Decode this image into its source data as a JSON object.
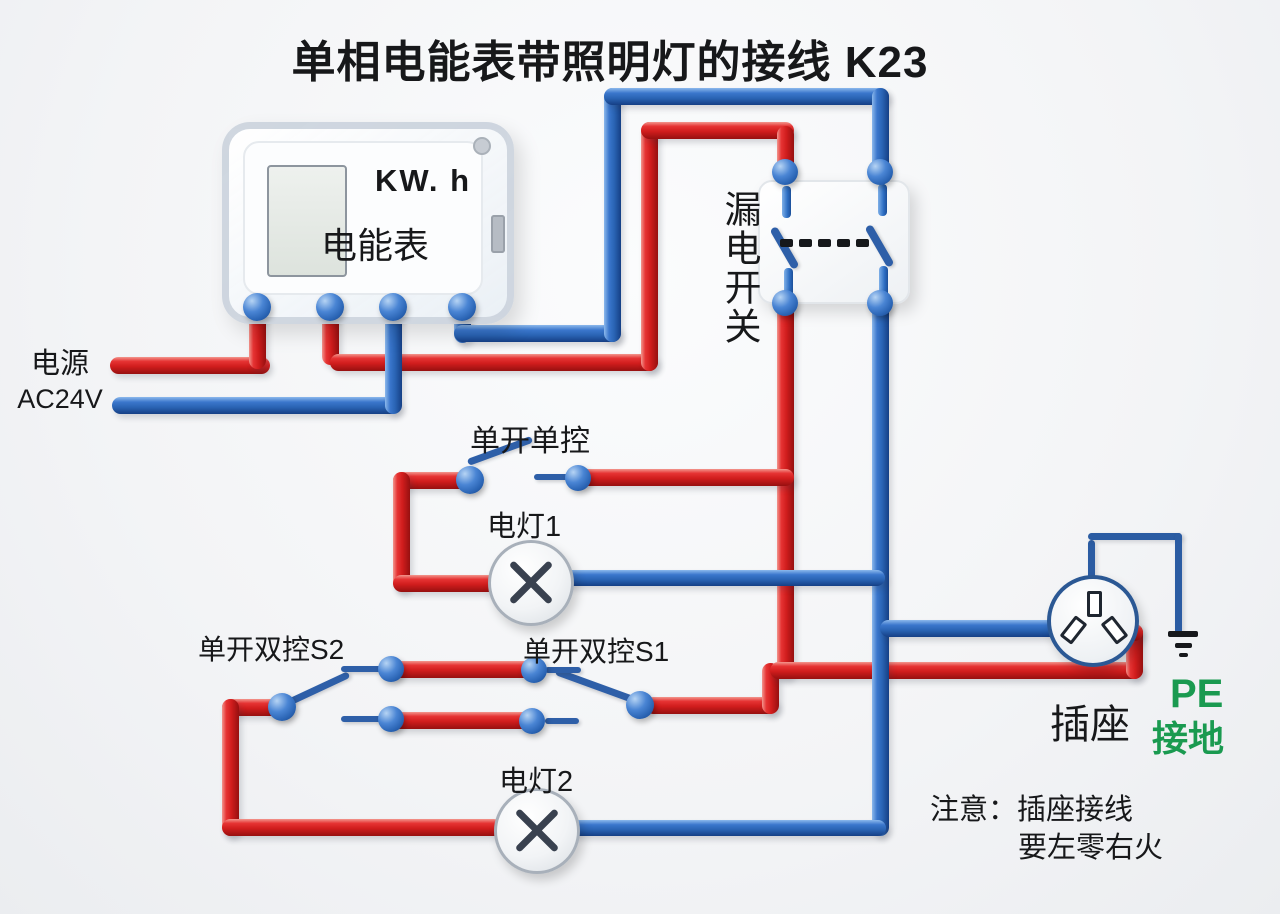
{
  "title": "单相电能表带照明灯的接线 K23",
  "source": {
    "name": "电源",
    "voltage": "AC24V"
  },
  "meter": {
    "unit": "KW. h",
    "label": "电能表"
  },
  "breaker": {
    "label": "漏电开关"
  },
  "single_switch": {
    "label": "单开单控"
  },
  "lamp1": {
    "label": "电灯1"
  },
  "two_way_switch_s2": {
    "label": "单开双控S2"
  },
  "two_way_switch_s1": {
    "label": "单开双控S1"
  },
  "lamp2": {
    "label": "电灯2"
  },
  "socket": {
    "label": "插座"
  },
  "pe": {
    "abbr": "PE",
    "label": "接地"
  },
  "note": {
    "line1": "注意：插座接线",
    "line2": "要左零右火"
  },
  "colors": {
    "live_wire": "#d11d1d",
    "neutral_wire": "#2e6fc4",
    "pe_text": "#1a9a50",
    "text": "#17181a"
  }
}
